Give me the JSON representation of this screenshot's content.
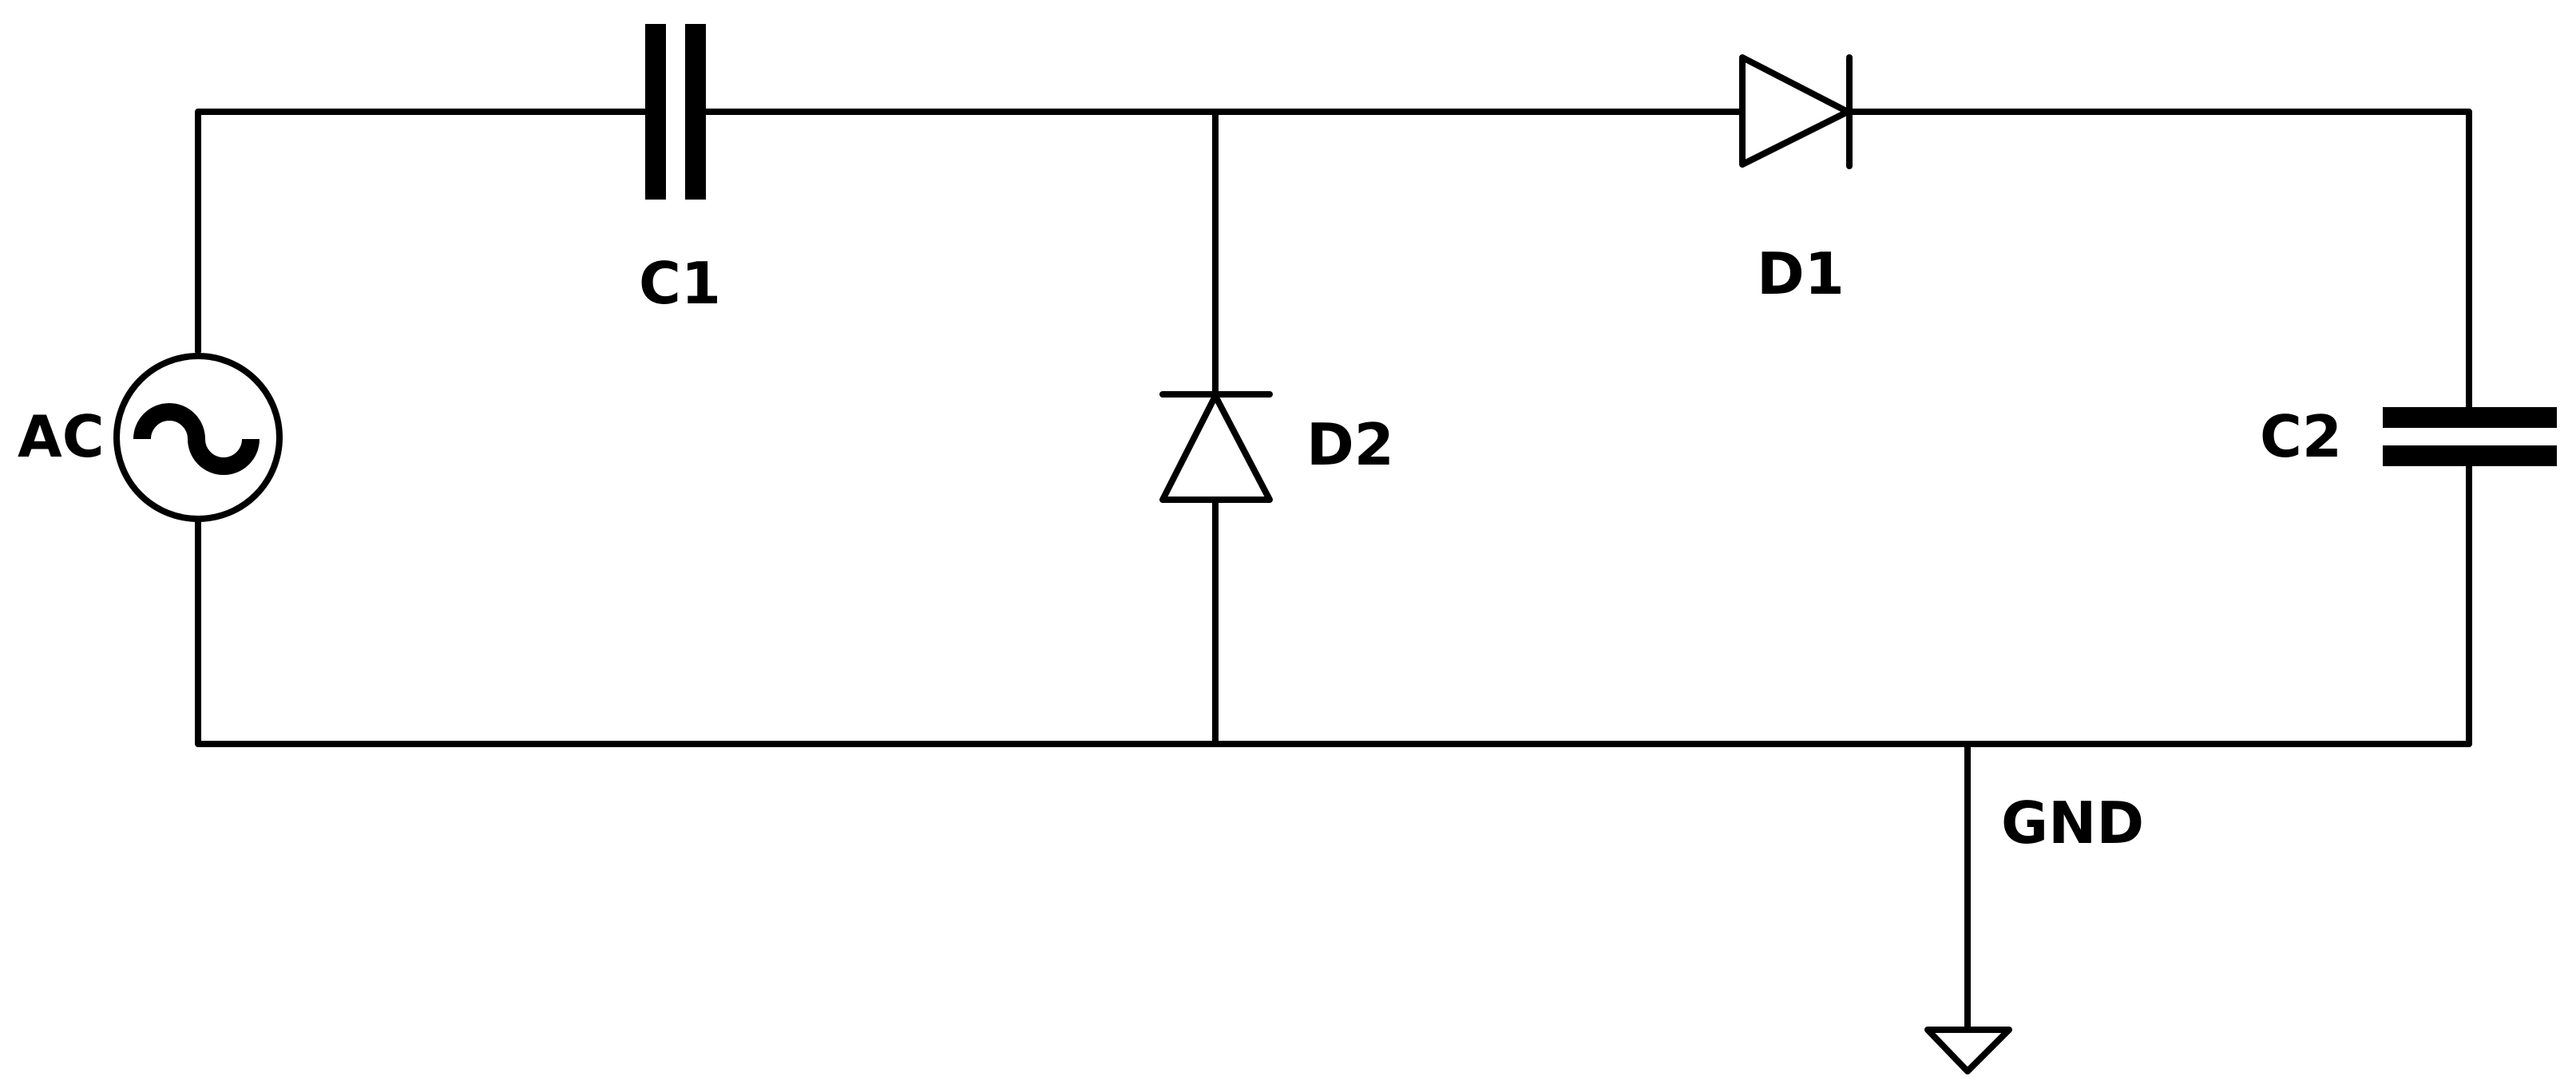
{
  "diagram": {
    "type": "circuit-schematic",
    "components": [
      {
        "id": "AC",
        "kind": "ac-voltage-source",
        "label": "AC",
        "connects": [
          "top-rail",
          "bottom-rail"
        ]
      },
      {
        "id": "C1",
        "kind": "capacitor",
        "label": "C1",
        "connects": [
          "AC+",
          "node-A"
        ]
      },
      {
        "id": "D2",
        "kind": "diode",
        "label": "D2",
        "anode": "bottom-rail",
        "cathode": "node-A"
      },
      {
        "id": "D1",
        "kind": "diode",
        "label": "D1",
        "anode": "node-A",
        "cathode": "node-B"
      },
      {
        "id": "C2",
        "kind": "capacitor",
        "label": "C2",
        "connects": [
          "node-B",
          "bottom-rail"
        ]
      },
      {
        "id": "GND",
        "kind": "ground",
        "label": "GND",
        "connects": [
          "bottom-rail"
        ]
      }
    ],
    "colors": {
      "stroke": "#000000",
      "background": "#ffffff"
    }
  }
}
